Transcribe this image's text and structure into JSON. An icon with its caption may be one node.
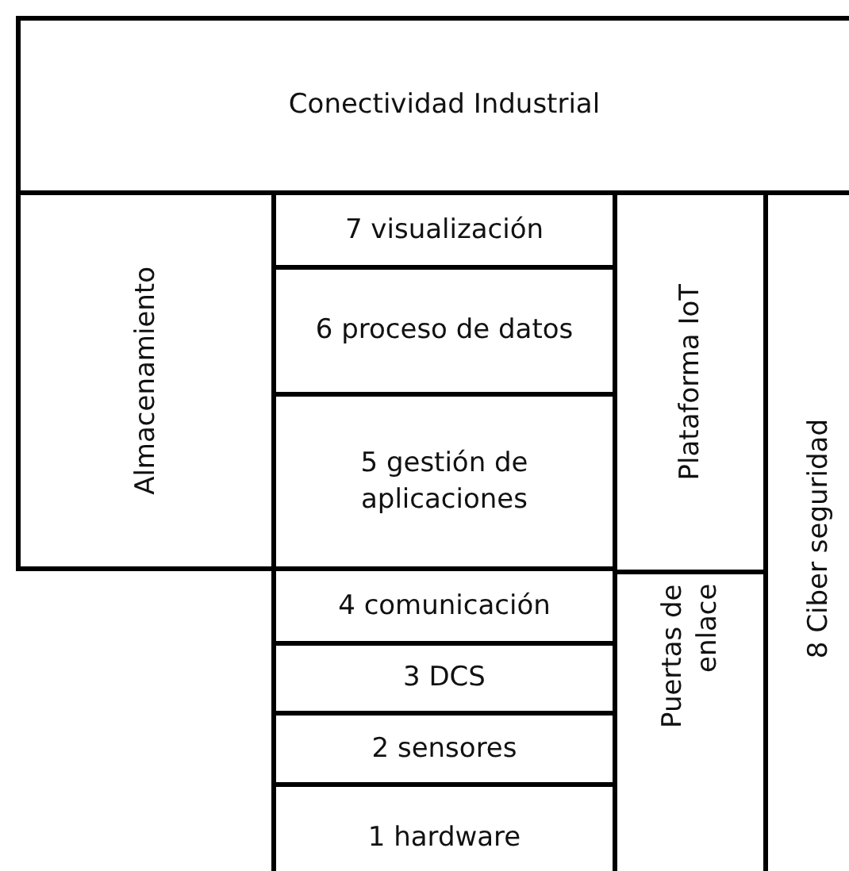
{
  "diagram": {
    "nodes": [
      {
        "text": [
          "Conectividad Industrial"
        ]
      },
      {
        "text": [
          "Almacenamiento"
        ]
      },
      {
        "text": [
          "7 visualización"
        ]
      },
      {
        "text": [
          "6 proceso de datos"
        ]
      },
      {
        "text": [
          "5 gestión de aplicaciones"
        ]
      },
      {
        "text": [
          "4 comunicación"
        ]
      },
      {
        "text": [
          "3 DCS"
        ]
      },
      {
        "text": [
          "2 sensores"
        ]
      },
      {
        "text": [
          "1 hardware"
        ]
      },
      {
        "text": [
          "Plataforma IoT"
        ]
      },
      {
        "text": [
          "Puertas de enlace"
        ]
      },
      {
        "text": [
          "8 Ciber seguridad"
        ]
      }
    ]
  }
}
